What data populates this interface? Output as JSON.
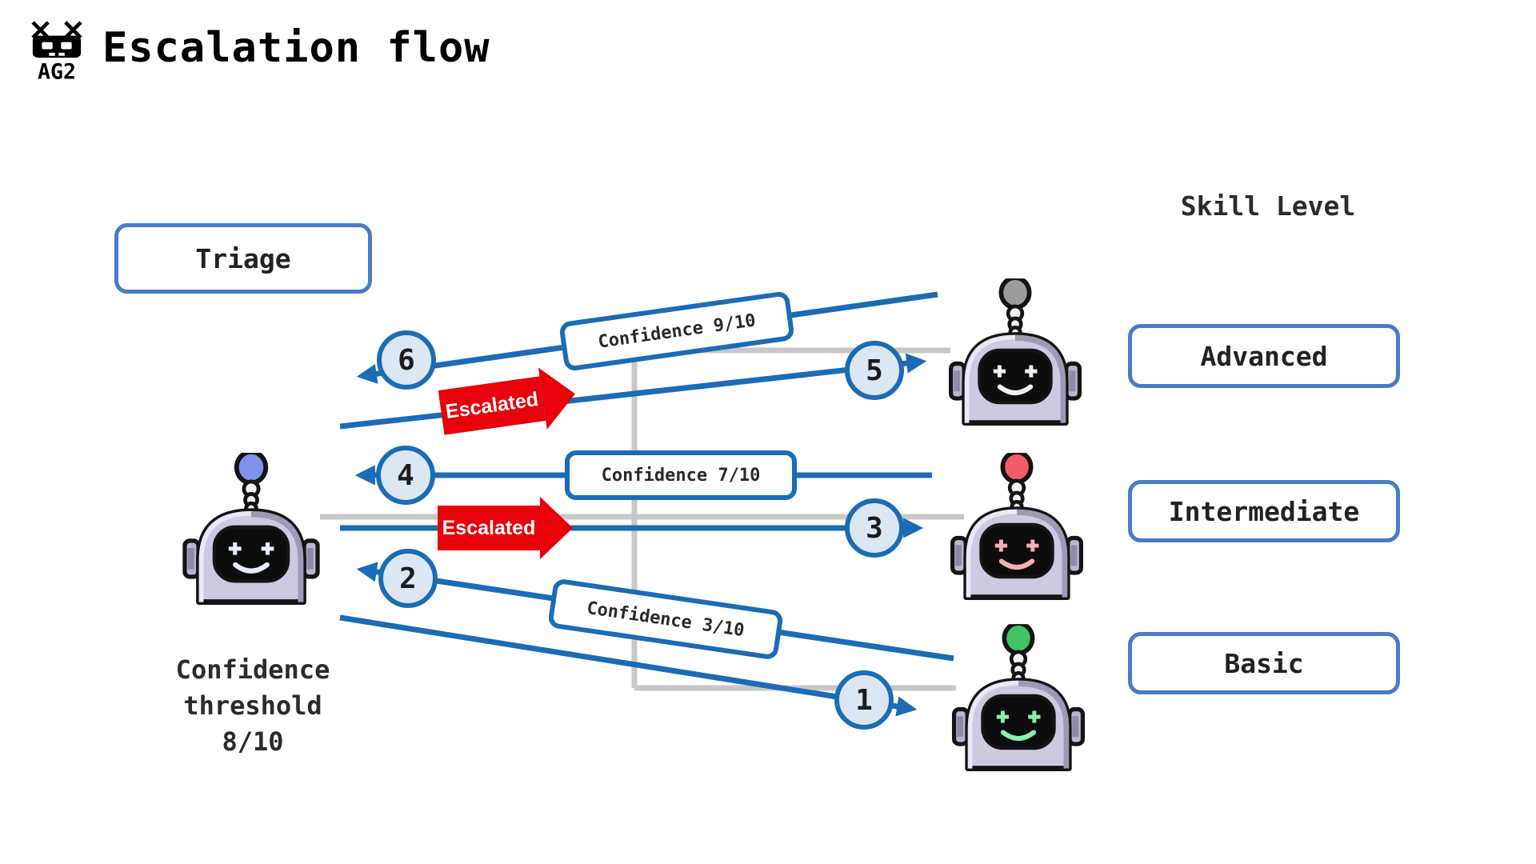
{
  "header": {
    "logo_text": "AG2",
    "title": "Escalation flow"
  },
  "skill_column": {
    "heading": "Skill Level",
    "levels": [
      "Advanced",
      "Intermediate",
      "Basic"
    ]
  },
  "triage": {
    "box_label": "Triage",
    "threshold_lines": [
      "Confidence",
      "threshold",
      "8/10"
    ]
  },
  "steps": [
    "1",
    "2",
    "3",
    "4",
    "5",
    "6"
  ],
  "message_labels": {
    "escalated": "Escalated",
    "confidence_advanced": "Confidence 9/10",
    "confidence_intermediate": "Confidence 7/10",
    "confidence_basic": "Confidence 3/10"
  },
  "icons": {
    "logo": "ag2-pixel-robot-logo",
    "triage_robot": "robot-blue-antenna",
    "advanced_robot": "robot-gray-antenna",
    "intermediate_robot": "robot-red-antenna",
    "basic_robot": "robot-green-antenna"
  },
  "colors": {
    "arrow_blue": "#1b6cb5",
    "box_border_blue": "#4a7bc4",
    "circle_fill": "#dde6f3",
    "escalated_red": "#e8000b",
    "structure_gray": "#c8c8c8",
    "triage_antenna": "#7f93ee",
    "advanced_antenna": "#9c9c9c",
    "intermediate_antenna": "#f25c66",
    "basic_antenna": "#3fc468"
  }
}
